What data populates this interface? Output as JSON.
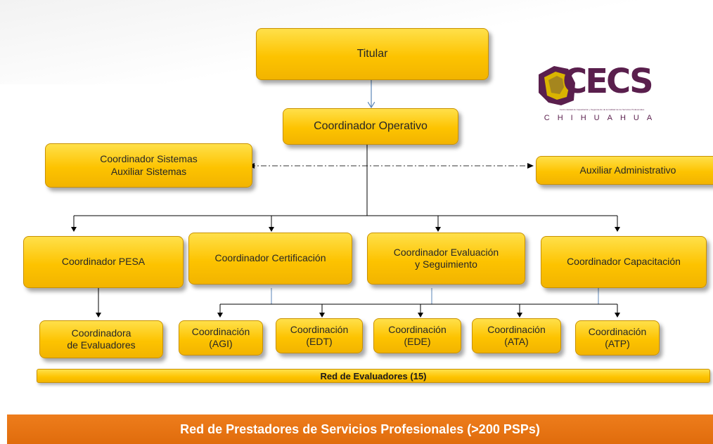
{
  "titular": "Titular",
  "coordinador_operativo": "Coordinador Operativo",
  "sistemas": {
    "line1": "Coordinador Sistemas",
    "line2": "Auxiliar Sistemas"
  },
  "auxiliar_administrativo": "Auxiliar Administrativo",
  "coordinadores": {
    "pesa": "Coordinador  PESA",
    "certificacion": "Coordinador Certificación",
    "evaluacion_line1": "Coordinador  Evaluación",
    "evaluacion_line2": "y Seguimiento",
    "capacitacion": "Coordinador Capacitación"
  },
  "evaluadores": {
    "line1": "Coordinadora",
    "line2": "de Evaluadores"
  },
  "coordinaciones": [
    {
      "title": "Coordinación",
      "code": "(AGI)"
    },
    {
      "title": "Coordinación",
      "code": "(EDT)"
    },
    {
      "title": "Coordinación",
      "code": "(EDE)"
    },
    {
      "title": "Coordinación",
      "code": "(ATA)"
    },
    {
      "title": "Coordinación",
      "code": "(ATP)"
    }
  ],
  "red_evaluadores": "Red de Evaluadores (15)",
  "footer": "Red de Prestadores de Servicios Profesionales (>200 PSPs)",
  "logo": {
    "word": "CECS",
    "tagline": "Centro Estatal de Capacitación y Seguimiento de la Calidad de los Servicios Profesionales",
    "state": "CHIHUAHUA",
    "color": "#5a1f4d",
    "accent": "#d9b400"
  },
  "colors": {
    "box": "#fdc300",
    "footer": "#e8760f",
    "connector": "#000000",
    "blue_connector": "#5b86b8"
  }
}
